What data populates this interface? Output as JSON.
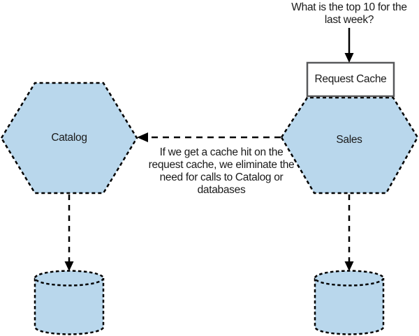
{
  "diagram": {
    "question": {
      "line1": "What is the top 10 for the",
      "line2": "last week?"
    },
    "request_cache": {
      "label": "Request Cache"
    },
    "sales": {
      "label": "Sales"
    },
    "catalog": {
      "label": "Catalog"
    },
    "annotation": {
      "line1": "If we get a cache hit on the",
      "line2": "request cache, we eliminate the",
      "line3": "need for calls to Catalog or",
      "line4": "databases"
    },
    "colors": {
      "node_fill": "#b9d7ec",
      "node_stroke": "#000000",
      "cache_box_border": "#58595b",
      "cache_box_fill": "#ffffff",
      "text": "#1a1a1a",
      "background": "#ffffff"
    }
  }
}
